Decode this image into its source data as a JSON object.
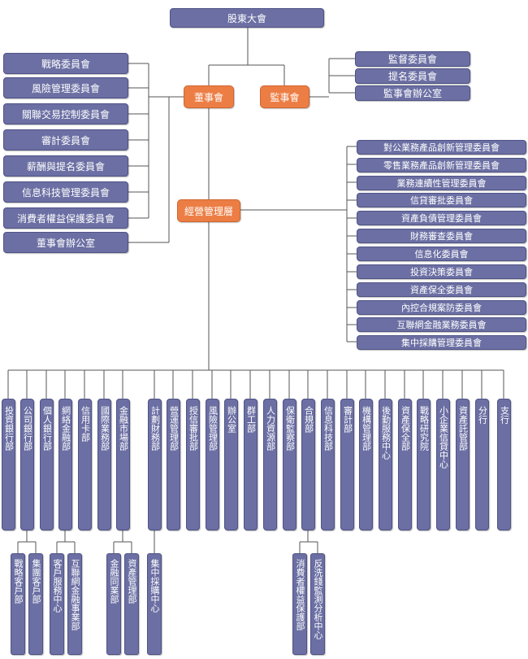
{
  "top": "股東大會",
  "board": "董事會",
  "supervisors": "監事會",
  "management": "經營管理層",
  "board_committees": [
    "戰略委員會",
    "風險管理委員會",
    "關聯交易控制委員會",
    "審計委員會",
    "薪酬與提名委員會",
    "信息科技管理委員會",
    "消費者權益保護委員會",
    "董事會辦公室"
  ],
  "supervisor_committees": [
    "監督委員會",
    "提名委員會",
    "監事會辦公室"
  ],
  "management_committees": [
    "對公業務產品創新管理委員會",
    "零售業務產品創新管理委員會",
    "業務連續性管理委員會",
    "信貸審批委員會",
    "資產負債管理委員會",
    "財務審查委員會",
    "信息化委員會",
    "投資決策委員會",
    "資產保全委員會",
    "內控合規案防委員會",
    "互聯網金融業務委員會",
    "集中採購管理委員會"
  ],
  "departments": [
    "投資銀行部",
    "公司銀行部",
    "個人銀行部",
    "網絡金融部",
    "信用卡部",
    "國際業務部",
    "金融市場部",
    "計劃財務部",
    "營運管理部",
    "授信審批部",
    "風險管理部",
    "辦公室",
    "群工部",
    "人力資源部",
    "保衛監察部",
    "合規部",
    "信息科技部",
    "審計部",
    "機構管理部",
    "後勤服務中心",
    "資產保全部",
    "戰略研究院",
    "小企業信貸中心",
    "資產託管部",
    "分行",
    "支行"
  ],
  "sub_departments": {
    "company_bank": [
      "戰略客戶部",
      "集團客戶部"
    ],
    "network_finance": [
      "客戶服務中心",
      "互聯網金融事業部"
    ],
    "financial_markets": [
      "金融同業部",
      "資產管理部"
    ],
    "planning_finance": [
      "集中採購中心"
    ],
    "compliance": [
      "消費者權益保護部",
      "反洗錢監測分析中心"
    ]
  }
}
